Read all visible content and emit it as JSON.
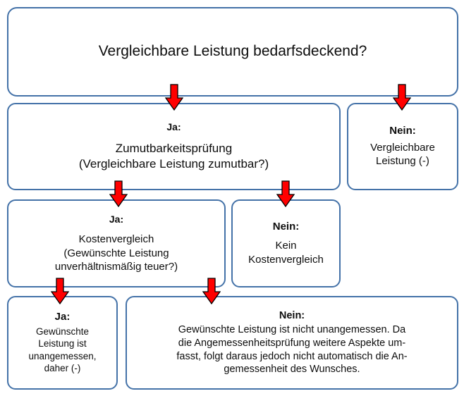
{
  "diagram": {
    "title": "Vergleichbare Leistung bedarfsdeckend?",
    "type": "flowchart",
    "border_color": "#4472A8",
    "arrow_color": "#FF0000",
    "arrow_outline_color": "#000000",
    "background_color": "#FFFFFF",
    "text_color": "#0D0D0D"
  },
  "nodes": {
    "root": {
      "id": "root",
      "label": "Vergleichbare Leistung bedarfsdeckend?",
      "header": "",
      "body": ""
    },
    "ja1": {
      "id": "ja1",
      "header": "Ja:",
      "line1": "Zumutbarkeitsprüfung",
      "line2": "(Vergleichbare Leistung zumutbar?)"
    },
    "nein1": {
      "id": "nein1",
      "header": "Nein:",
      "line1": "Vergleichbare",
      "line2": "Leistung (-)"
    },
    "ja2": {
      "id": "ja2",
      "header": "Ja:",
      "line1": "Kostenvergleich",
      "line2": "(Gewünschte Leistung",
      "line3": "unverhältnismäßig teuer?)"
    },
    "nein2": {
      "id": "nein2",
      "header": "Nein:",
      "line1": "Kein",
      "line2": "Kostenvergleich"
    },
    "ja3": {
      "id": "ja3",
      "header": "Ja:",
      "line1": "Gewünschte",
      "line2": "Leistung ist",
      "line3": "unangemessen,",
      "line4": "daher (-)"
    },
    "nein3": {
      "id": "nein3",
      "header": "Nein:",
      "line1": "Gewünschte Leistung ist nicht unangemessen. Da",
      "line2": "die Angemessenheitsprüfung weitere Aspekte um-",
      "line3": "fasst, folgt daraus jedoch nicht automatisch die An-",
      "line4": "gemessenheit des Wunsches."
    }
  },
  "arrows": [
    {
      "id": "a1",
      "icon": "down-arrow-icon",
      "from": "root",
      "to": "ja1"
    },
    {
      "id": "a2",
      "icon": "down-arrow-icon",
      "from": "root",
      "to": "nein1"
    },
    {
      "id": "a3",
      "icon": "down-arrow-icon",
      "from": "ja1",
      "to": "ja2"
    },
    {
      "id": "a4",
      "icon": "down-arrow-icon",
      "from": "ja1",
      "to": "nein2"
    },
    {
      "id": "a5",
      "icon": "down-arrow-icon",
      "from": "ja2",
      "to": "ja3"
    },
    {
      "id": "a6",
      "icon": "down-arrow-icon",
      "from": "ja2",
      "to": "nein3"
    }
  ]
}
